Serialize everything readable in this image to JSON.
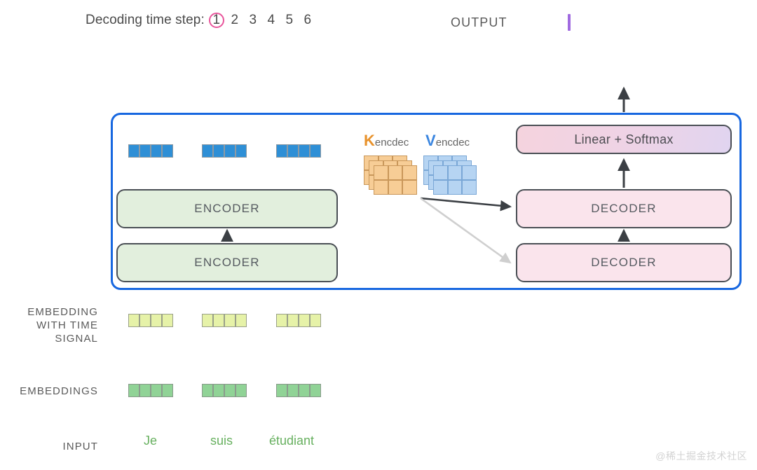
{
  "header": {
    "timestep_label": "Decoding time step:",
    "steps": [
      "1",
      "2",
      "3",
      "4",
      "5",
      "6"
    ],
    "active_step_index": 0,
    "active_circle_color": "#e8559b",
    "output_label": "OUTPUT",
    "output_cursor_color": "#a06ae0"
  },
  "frame": {
    "border_color": "#1767e0"
  },
  "encoder_stack": {
    "boxes": [
      {
        "label": "ENCODER"
      },
      {
        "label": "ENCODER"
      }
    ],
    "fill_color": "#e2efdd",
    "border_color": "#4a4f55"
  },
  "decoder_stack": {
    "boxes": [
      {
        "label": "DECODER"
      },
      {
        "label": "DECODER"
      }
    ],
    "fill_color": "#fae4ec",
    "border_color": "#4a4f55"
  },
  "linear_softmax": {
    "label": "Linear + Softmax"
  },
  "attention_memory": {
    "k": {
      "letter": "K",
      "subscript": "encdec",
      "color": "#e8922c",
      "cell_color": "#f7cd96",
      "layers": 3,
      "rows": 2,
      "cols": 3
    },
    "v": {
      "letter": "V",
      "subscript": "encdec",
      "color": "#3b86e0",
      "cell_color": "#b6d4f2",
      "layers": 3,
      "rows": 2,
      "cols": 3
    }
  },
  "row_labels": {
    "embedding_with_time_signal": [
      "EMBEDDING",
      "WITH TIME",
      "SIGNAL"
    ],
    "embeddings": "EMBEDDINGS",
    "input": "INPUT"
  },
  "vectors": {
    "encoder_output": {
      "color": "#2e8fd6",
      "cells": 4,
      "count": 3
    },
    "time_signal": {
      "color": "#e6f2a8",
      "cells": 4,
      "count": 3
    },
    "embeddings": {
      "color": "#90d396",
      "cells": 4,
      "count": 3
    }
  },
  "input_words": [
    "Je",
    "suis",
    "étudiant"
  ],
  "input_word_color": "#67b05f",
  "watermark": "@稀土掘金技术社区"
}
